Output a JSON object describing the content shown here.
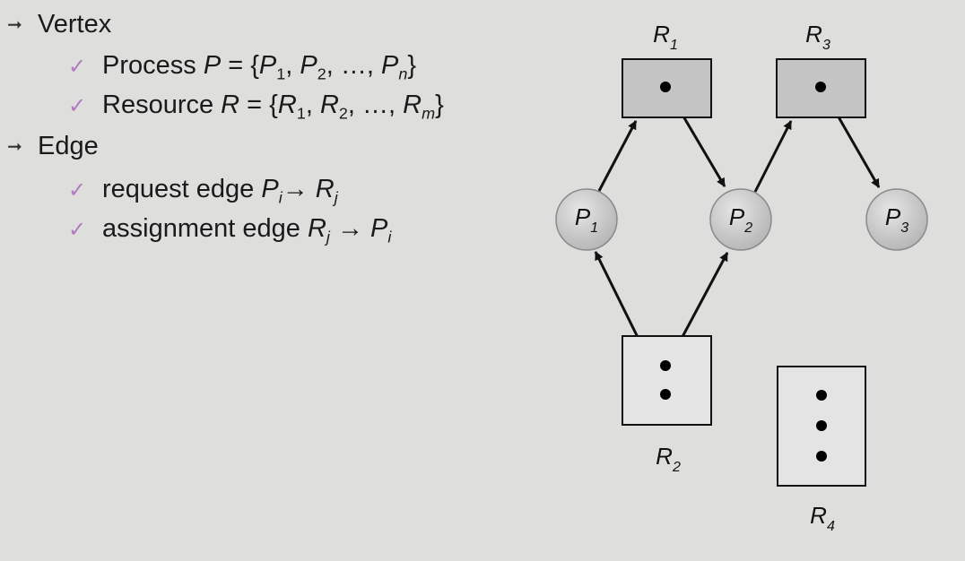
{
  "bullets": {
    "vertex": {
      "label": "Vertex",
      "process_text": "Process ",
      "process_var": "P",
      "process_set": [
        "P",
        "1",
        "P",
        "2",
        "P",
        "n"
      ],
      "resource_text": "Resource ",
      "resource_var": "R",
      "resource_set": [
        "R",
        "1",
        "R",
        "2",
        "R",
        "m"
      ]
    },
    "edge": {
      "label": "Edge",
      "request_text": "request edge ",
      "request_from": "P",
      "request_from_sub": "i",
      "request_to": "R",
      "request_to_sub": "j",
      "assign_text": "assignment edge ",
      "assign_from": "R",
      "assign_from_sub": "j",
      "assign_to": "P",
      "assign_to_sub": "i"
    }
  },
  "graph": {
    "resources": [
      {
        "id": "R1",
        "base": "R",
        "sub": "1",
        "instances": 1
      },
      {
        "id": "R2",
        "base": "R",
        "sub": "2",
        "instances": 2
      },
      {
        "id": "R3",
        "base": "R",
        "sub": "3",
        "instances": 1
      },
      {
        "id": "R4",
        "base": "R",
        "sub": "4",
        "instances": 3
      }
    ],
    "processes": [
      {
        "id": "P1",
        "base": "P",
        "sub": "1"
      },
      {
        "id": "P2",
        "base": "P",
        "sub": "2"
      },
      {
        "id": "P3",
        "base": "P",
        "sub": "3"
      }
    ],
    "edges": [
      {
        "from": "P1",
        "to": "R1",
        "kind": "request"
      },
      {
        "from": "R1",
        "to": "P2",
        "kind": "assignment"
      },
      {
        "from": "P2",
        "to": "R3",
        "kind": "request"
      },
      {
        "from": "R3",
        "to": "P3",
        "kind": "assignment"
      },
      {
        "from": "R2",
        "to": "P1",
        "kind": "assignment"
      },
      {
        "from": "R2",
        "to": "P2",
        "kind": "assignment"
      }
    ],
    "colors": {
      "resource_dark": "#c4c4c4",
      "resource_light": "#e4e4e4",
      "process": "#c8c8c8",
      "stroke": "#111111"
    }
  }
}
